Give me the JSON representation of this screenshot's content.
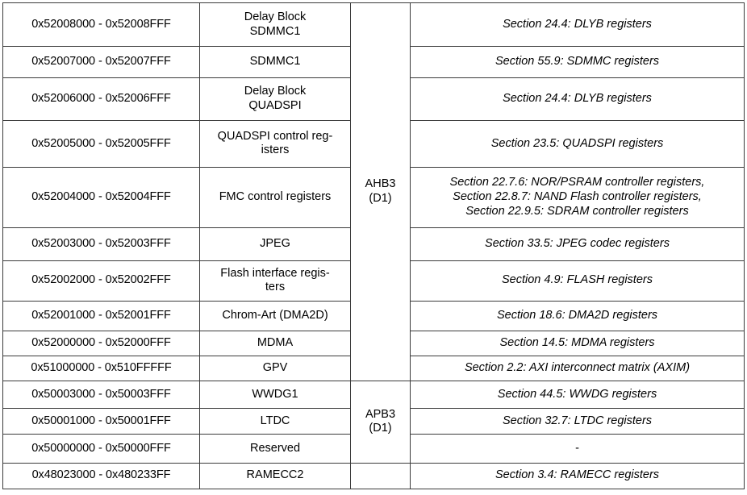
{
  "document": {
    "type": "register-boundary-address-table",
    "colors": {
      "link_text": "#1414e6",
      "border": "#3b3b3b",
      "page_background": "#ffffff",
      "body_text": "#000000"
    }
  },
  "table": {
    "columns": [
      "address_range",
      "peripheral",
      "bus",
      "section_reference"
    ],
    "buses": [
      {
        "label_line1": "AHB3",
        "label_line2": "(D1)",
        "rowspan": 10
      },
      {
        "label_line1": "APB3",
        "label_line2": "(D1)",
        "rowspan": 3
      },
      {
        "label_line1": "",
        "label_line2": "",
        "rowspan": 1
      }
    ],
    "rows": [
      {
        "address": "0x52008000 - 0x52008FFF",
        "peripheral_lines": [
          "Delay Block",
          "SDMMC1"
        ],
        "sections": [
          "Section 24.4: DLYB registers"
        ]
      },
      {
        "address": "0x52007000 - 0x52007FFF",
        "peripheral_lines": [
          "SDMMC1"
        ],
        "sections": [
          "Section 55.9: SDMMC registers"
        ]
      },
      {
        "address": "0x52006000 - 0x52006FFF",
        "peripheral_lines": [
          "Delay Block",
          "QUADSPI"
        ],
        "sections": [
          "Section 24.4: DLYB registers"
        ]
      },
      {
        "address": "0x52005000 - 0x52005FFF",
        "peripheral_lines": [
          "QUADSPI control reg-",
          "isters"
        ],
        "sections": [
          "Section 23.5: QUADSPI registers"
        ]
      },
      {
        "address": "0x52004000 - 0x52004FFF",
        "peripheral_lines": [
          "FMC control registers"
        ],
        "sections": [
          "Section 22.7.6: NOR/PSRAM controller registers,",
          "Section 22.8.7: NAND Flash controller registers,",
          "Section 22.9.5: SDRAM controller registers"
        ]
      },
      {
        "address": "0x52003000 - 0x52003FFF",
        "peripheral_lines": [
          "JPEG"
        ],
        "sections": [
          "Section 33.5: JPEG codec registers"
        ]
      },
      {
        "address": "0x52002000 - 0x52002FFF",
        "peripheral_lines": [
          "Flash interface regis-",
          "ters"
        ],
        "sections": [
          "Section 4.9: FLASH registers"
        ]
      },
      {
        "address": "0x52001000 - 0x52001FFF",
        "peripheral_lines": [
          "Chrom-Art (DMA2D)"
        ],
        "sections": [
          "Section 18.6: DMA2D registers"
        ]
      },
      {
        "address": "0x52000000 - 0x52000FFF",
        "peripheral_lines": [
          "MDMA"
        ],
        "sections": [
          "Section 14.5: MDMA registers"
        ]
      },
      {
        "address": "0x51000000 - 0x510FFFFF",
        "peripheral_lines": [
          "GPV"
        ],
        "sections": [
          "Section 2.2: AXI interconnect matrix (AXIM)"
        ]
      },
      {
        "address": "0x50003000 - 0x50003FFF",
        "peripheral_lines": [
          "WWDG1"
        ],
        "sections": [
          "Section 44.5: WWDG registers"
        ]
      },
      {
        "address": "0x50001000 - 0x50001FFF",
        "peripheral_lines": [
          "LTDC"
        ],
        "sections": [
          "Section 32.7: LTDC registers"
        ]
      },
      {
        "address": "0x50000000 - 0x50000FFF",
        "peripheral_lines": [
          "Reserved"
        ],
        "sections": [
          "-"
        ]
      },
      {
        "address": "0x48023000 - 0x480233FF",
        "peripheral_lines": [
          "RAMECC2"
        ],
        "sections": [
          "Section 3.4: RAMECC registers"
        ]
      }
    ]
  }
}
